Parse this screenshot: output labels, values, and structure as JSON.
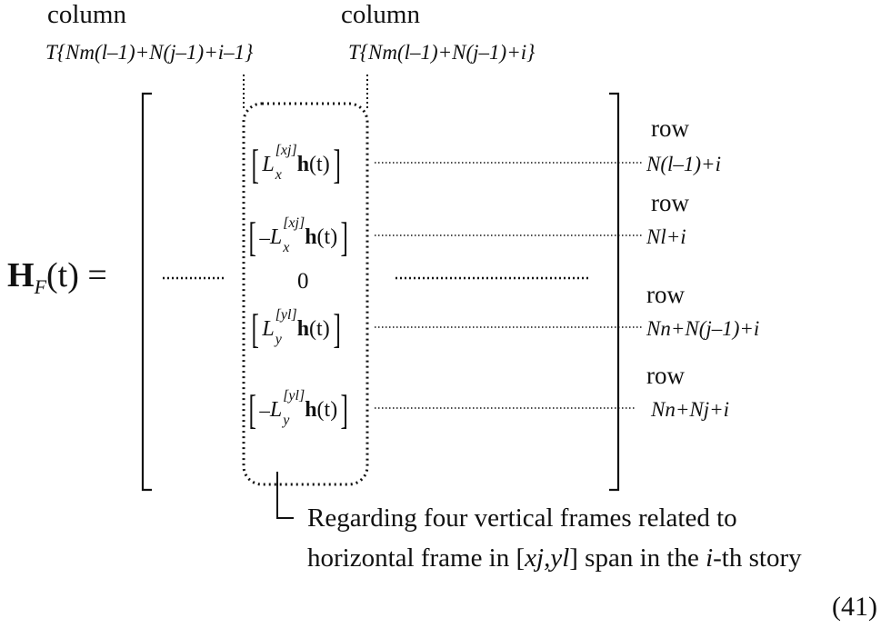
{
  "equation": {
    "lhs": {
      "symbol": "H",
      "subscript": "F",
      "argument": "(t)",
      "equals": "="
    },
    "columns": [
      {
        "label": "column",
        "index": "T{Nm(l–1)+N(j–1)+i–1}"
      },
      {
        "label": "column",
        "index": "T{Nm(l–1)+N(j–1)+i}"
      }
    ],
    "entries": [
      {
        "sign": "",
        "L": "L",
        "superscript": "[xj]",
        "subscript": "x",
        "vector": "h",
        "arg": "(t)"
      },
      {
        "sign": "–",
        "L": "L",
        "superscript": "[xj]",
        "subscript": "x",
        "vector": "h",
        "arg": "(t)"
      },
      {
        "sign": "",
        "L": "L",
        "superscript": "[yl]",
        "subscript": "y",
        "vector": "h",
        "arg": "(t)"
      },
      {
        "sign": "–",
        "L": "L",
        "superscript": "[yl]",
        "subscript": "y",
        "vector": "h",
        "arg": "(t)"
      }
    ],
    "zero": "0",
    "rows": [
      {
        "label": "row",
        "index": "N(l–1)+i"
      },
      {
        "label": "row",
        "index": "Nl+i"
      },
      {
        "label": "row",
        "index": "Nn+N(j–1)+i"
      },
      {
        "label": "row",
        "index": "Nn+Nj+i"
      }
    ],
    "annotation": {
      "line1": "Regarding four vertical frames related to",
      "line2_prefix": "horizontal frame in [",
      "line2_span": "xj,yl",
      "line2_mid": "] span in the ",
      "line2_i": "i",
      "line2_suffix": "-th story"
    },
    "number": "(41)"
  }
}
